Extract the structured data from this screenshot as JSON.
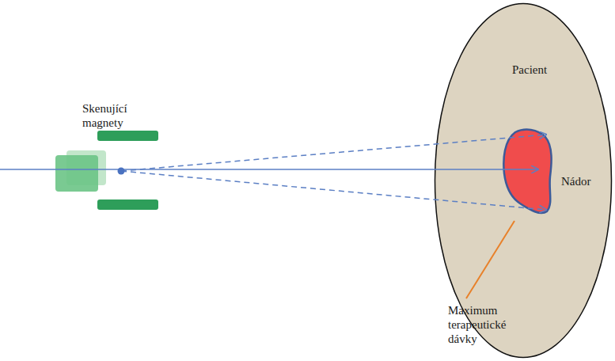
{
  "diagram": {
    "nodes": [
      {
        "text": [
          "Pacient"
        ]
      },
      {
        "text": [
          "Nádor"
        ],
        "in": 0
      }
    ],
    "labels": [
      "Skenující magnety",
      "Maximum terapeutické dávky"
    ]
  }
}
